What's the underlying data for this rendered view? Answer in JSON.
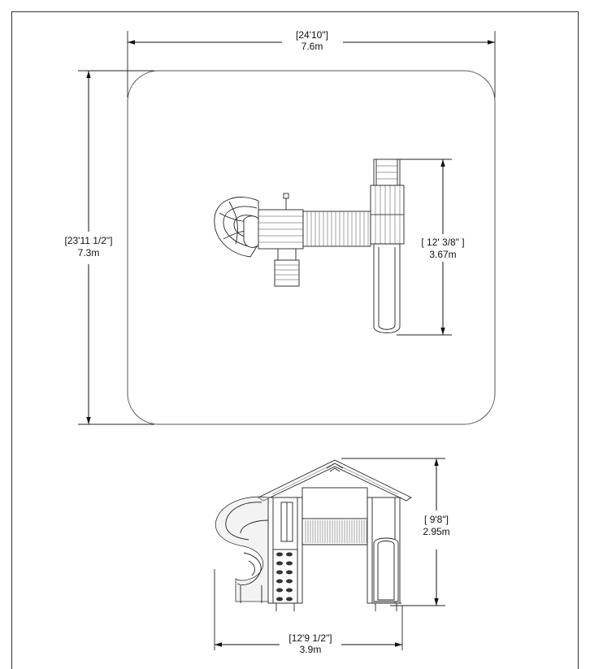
{
  "plan_view": {
    "width_label": {
      "imperial": "[24'10\"]",
      "metric": "7.6m"
    },
    "depth_label": {
      "imperial": "[23'11 1/2\"]",
      "metric": "7.3m"
    },
    "structure_label": {
      "imperial": "[ 12' 3/8\" ]",
      "metric": "3.67m"
    }
  },
  "elevation_view": {
    "height_label": {
      "imperial": "[ 9'8\"]",
      "metric": "2.95m"
    },
    "width_label": {
      "imperial": "[12'9 1/2\"]",
      "metric": "3.9m"
    }
  }
}
